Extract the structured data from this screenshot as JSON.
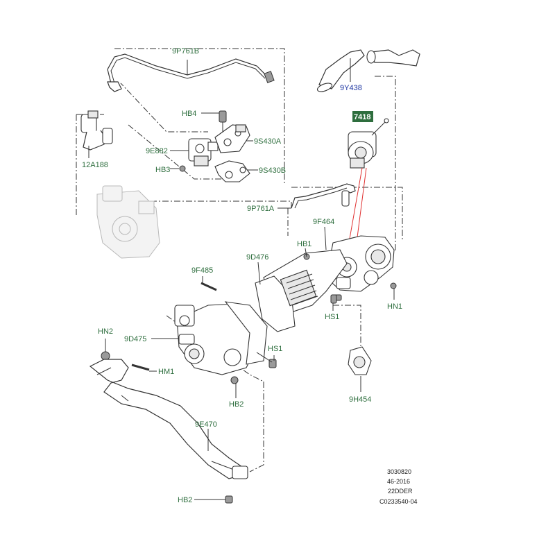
{
  "highlighted_part": "7418",
  "colors": {
    "callout_text": "#2e6e3e",
    "callout_blue": "#1a33a0",
    "highlight_box": "#2e6e3e",
    "highlight_text": "#ffffff",
    "leader_red": "#e03030"
  },
  "callouts": {
    "p9P761B": "9P761B",
    "p9Y438": "9Y438",
    "p7418": "7418",
    "pHB4": "HB4",
    "p9E882": "9E882",
    "p9S430A": "9S430A",
    "p12A188": "12A188",
    "pHB3": "HB3",
    "p9S430B": "9S430B",
    "p9P761A": "9P761A",
    "p9F464": "9F464",
    "pHB1": "HB1",
    "p9D476": "9D476",
    "p9F485": "9F485",
    "pHN1": "HN1",
    "pHS1a": "HS1",
    "pHN2": "HN2",
    "p9D475": "9D475",
    "pHS1b": "HS1",
    "pHM1": "HM1",
    "p9H454": "9H454",
    "pHB2a": "HB2",
    "p9E470": "9E470",
    "pHB2b": "HB2"
  },
  "reference": {
    "line1": "3030820",
    "line2": "46-2016",
    "line3": "22DDER",
    "line4": "C0233540-04"
  }
}
